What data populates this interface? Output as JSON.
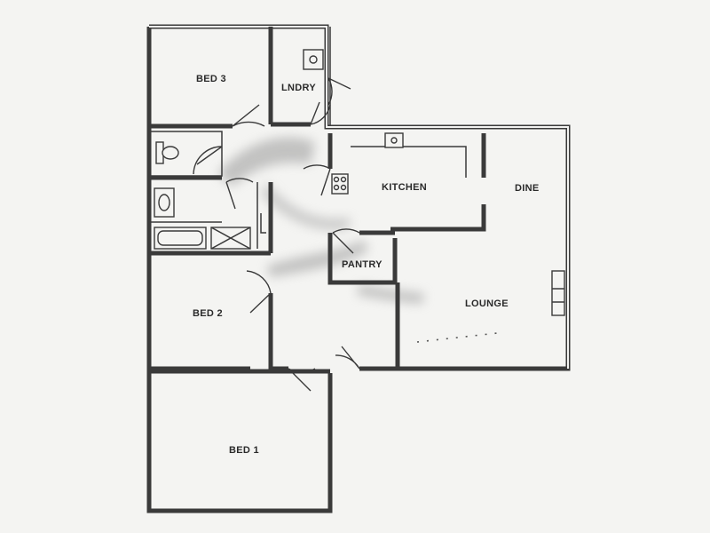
{
  "rooms": {
    "bed3": "BED 3",
    "laundry": "LNDRY",
    "kitchen": "KITCHEN",
    "dine": "DINE",
    "pantry": "PANTRY",
    "lounge": "LOUNGE",
    "bed2": "BED 2",
    "bed1": "BED 1"
  },
  "colors": {
    "wall": "#3a3a3a",
    "paper": "#f4f4f2",
    "smudge": "#9a9a9a"
  }
}
